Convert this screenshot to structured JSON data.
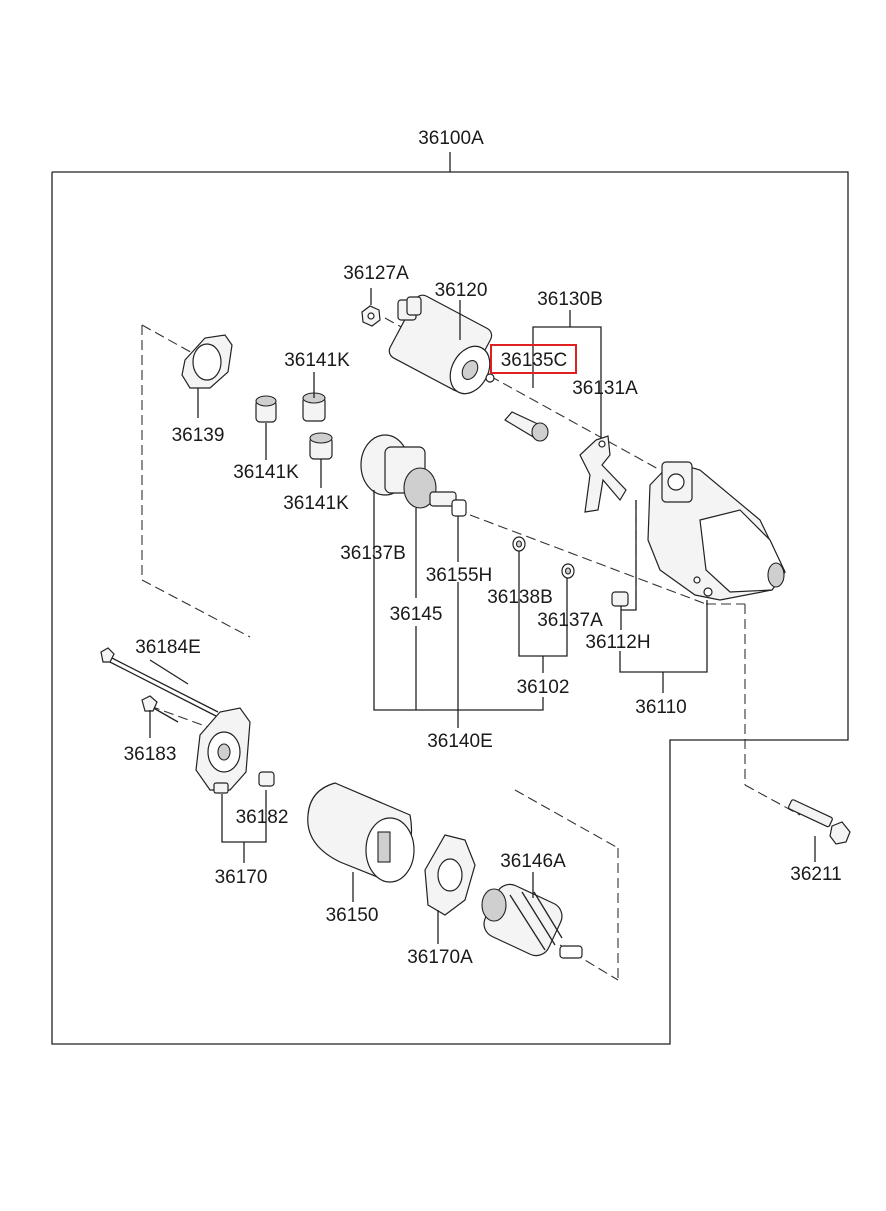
{
  "diagram": {
    "highlight_color": "#e02020",
    "labels": {
      "assembly": "36100A",
      "p36127A": "36127A",
      "p36120": "36120",
      "p36130B": "36130B",
      "p36135C": "36135C",
      "p36131A": "36131A",
      "p36141K_a": "36141K",
      "p36141K_b": "36141K",
      "p36141K_c": "36141K",
      "p36139": "36139",
      "p36137B": "36137B",
      "p36155H": "36155H",
      "p36138B": "36138B",
      "p36137A": "36137A",
      "p36112H": "36112H",
      "p36145": "36145",
      "p36102": "36102",
      "p36110": "36110",
      "p36140E": "36140E",
      "p36184E": "36184E",
      "p36183": "36183",
      "p36182": "36182",
      "p36170": "36170",
      "p36150": "36150",
      "p36146A": "36146A",
      "p36170A": "36170A",
      "p36211": "36211"
    }
  }
}
